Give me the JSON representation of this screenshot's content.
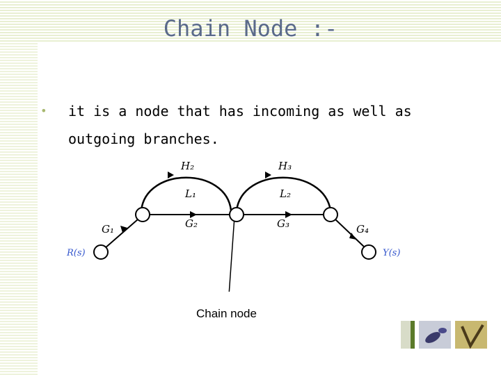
{
  "slide": {
    "title": "Chain Node :-",
    "bullet": "it is a node that has incoming as well as outgoing branches."
  },
  "diagram": {
    "labels": {
      "H2": "H₂",
      "H3": "H₃",
      "L1": "L₁",
      "L2": "L₂",
      "G1": "G₁",
      "G2": "G₂",
      "G3": "G₃",
      "G4": "G₄",
      "Rs": "R(s)",
      "Ys": "Y(s)"
    },
    "annotation": "Chain node"
  },
  "colors": {
    "title": "#5a6a8a",
    "io_label": "#3355cc",
    "bullet": "#a8b870"
  }
}
